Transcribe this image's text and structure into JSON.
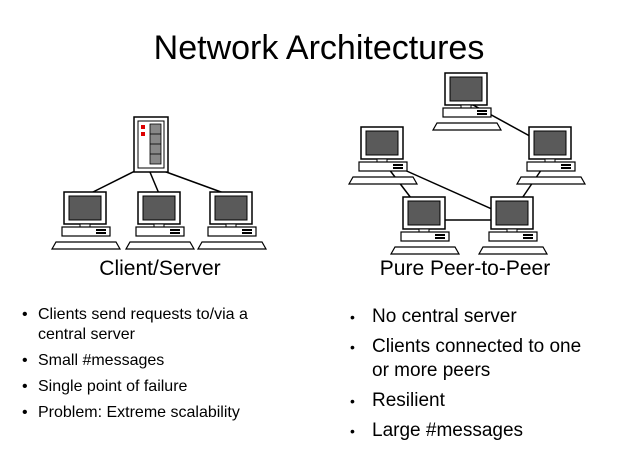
{
  "title": "Network Architectures",
  "client_server": {
    "caption": "Client/Server",
    "bullets": [
      "Clients send requests to/via a central server",
      "Small #messages",
      "Single point of failure",
      "Problem: Extreme scalability"
    ]
  },
  "peer_to_peer": {
    "caption": "Pure Peer-to-Peer",
    "bullets": [
      "No central server",
      "Clients connected to one or more peers",
      "Resilient",
      "Large #messages"
    ]
  }
}
